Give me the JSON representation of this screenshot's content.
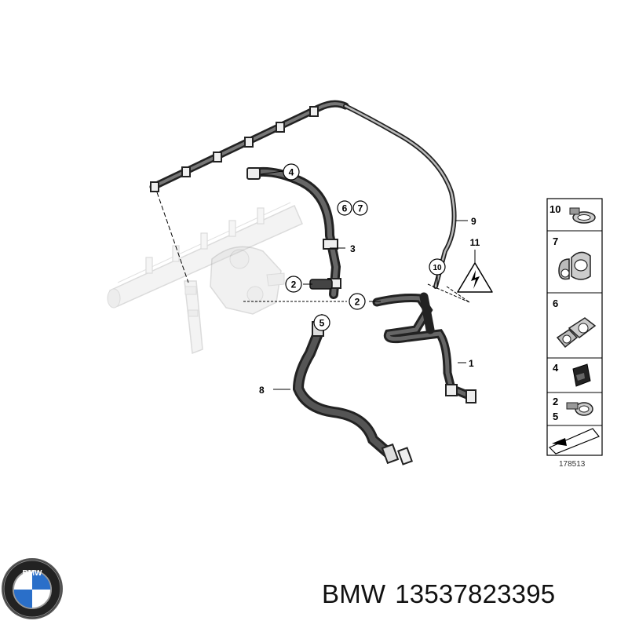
{
  "diagram": {
    "callouts": [
      "1",
      "2",
      "2",
      "3",
      "4",
      "5",
      "6",
      "7",
      "8",
      "9",
      "10",
      "11"
    ],
    "legend": {
      "rows": [
        {
          "numbers": [
            "10"
          ],
          "icon": "hose-clamp-icon"
        },
        {
          "numbers": [
            "7"
          ],
          "icon": "double-pipe-holder-icon"
        },
        {
          "numbers": [
            "6"
          ],
          "icon": "pipe-clip-icon"
        },
        {
          "numbers": [
            "4"
          ],
          "icon": "rubber-grommet-icon"
        },
        {
          "numbers": [
            "2",
            "5"
          ],
          "icon": "spring-clamp-icon"
        },
        {
          "numbers": [],
          "icon": "arrow-symbol-icon"
        }
      ],
      "diagram_id": "178513"
    },
    "warning_icon": "electrical-warning-icon"
  },
  "logo": {
    "icon": "bmw-logo-icon",
    "text": "BMW"
  },
  "caption": {
    "brand": "BMW",
    "part_number": "13537823395"
  }
}
